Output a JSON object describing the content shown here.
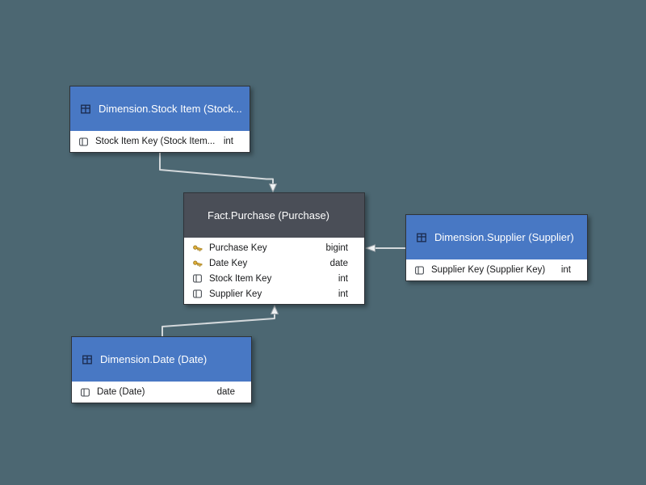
{
  "diagram": {
    "background_color": "#4C6772",
    "colors": {
      "dimension_header": "#4878C4",
      "fact_header": "#4A4E57",
      "header_text": "#FFFFFF",
      "row_text": "#17181A",
      "key_icon_gold": "#E0AE3A",
      "connector_line": "#D3D8DB"
    }
  },
  "tables": [
    {
      "id": "stock-item",
      "kind": "dimension",
      "title": "Dimension.Stock Item (Stock...",
      "header_icon": "table-grid-icon",
      "columns": [
        {
          "icon": "column-icon",
          "name": "Stock Item Key (Stock Item...",
          "type": "int"
        }
      ]
    },
    {
      "id": "fact-purchase",
      "kind": "fact",
      "title": "Fact.Purchase (Purchase)",
      "columns": [
        {
          "icon": "key-icon",
          "name": "Purchase Key",
          "type": "bigint"
        },
        {
          "icon": "key-icon",
          "name": "Date Key",
          "type": "date"
        },
        {
          "icon": "column-icon",
          "name": "Stock Item Key",
          "type": "int"
        },
        {
          "icon": "column-icon",
          "name": "Supplier Key",
          "type": "int"
        }
      ]
    },
    {
      "id": "supplier",
      "kind": "dimension",
      "title": "Dimension.Supplier (Supplier)",
      "header_icon": "table-grid-icon",
      "columns": [
        {
          "icon": "column-icon",
          "name": "Supplier Key (Supplier Key)",
          "type": "int"
        }
      ]
    },
    {
      "id": "date",
      "kind": "dimension",
      "title": "Dimension.Date (Date)",
      "header_icon": "table-grid-icon",
      "columns": [
        {
          "icon": "column-icon",
          "name": "Date (Date)",
          "type": "date"
        }
      ]
    }
  ],
  "connectors": [
    {
      "from": "stock-item",
      "to": "fact-purchase",
      "arrow": "into-fact-top"
    },
    {
      "from": "supplier",
      "to": "fact-purchase",
      "arrow": "into-fact-right"
    },
    {
      "from": "date",
      "to": "fact-purchase",
      "arrow": "into-fact-bottom"
    }
  ]
}
